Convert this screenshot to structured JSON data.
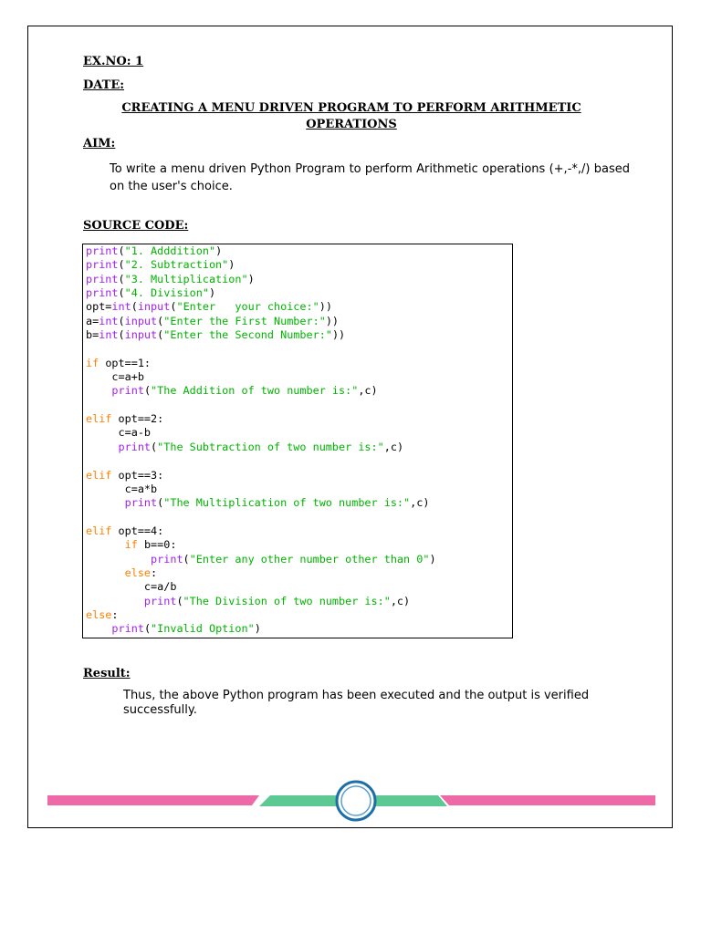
{
  "header": {
    "ex_no": "EX.NO: 1",
    "date": "DATE:",
    "title_line1": "CREATING A MENU DRIVEN PROGRAM TO PERFORM ARITHMETIC",
    "title_line2": "OPERATIONS"
  },
  "aim": {
    "heading": "AIM:",
    "text": "To write a menu driven Python Program to perform Arithmetic operations (+,-*,/) based on the user's choice."
  },
  "source_code": {
    "heading": "SOURCE CODE:",
    "lines": [
      [
        {
          "t": "kw",
          "s": "print"
        },
        {
          "t": "plain",
          "s": "("
        },
        {
          "t": "str",
          "s": "\"1. Adddition\""
        },
        {
          "t": "plain",
          "s": ")"
        }
      ],
      [
        {
          "t": "kw",
          "s": "print"
        },
        {
          "t": "plain",
          "s": "("
        },
        {
          "t": "str",
          "s": "\"2. Subtraction\""
        },
        {
          "t": "plain",
          "s": ")"
        }
      ],
      [
        {
          "t": "kw",
          "s": "print"
        },
        {
          "t": "plain",
          "s": "("
        },
        {
          "t": "str",
          "s": "\"3. Multiplication\""
        },
        {
          "t": "plain",
          "s": ")"
        }
      ],
      [
        {
          "t": "kw",
          "s": "print"
        },
        {
          "t": "plain",
          "s": "("
        },
        {
          "t": "str",
          "s": "\"4. Division\""
        },
        {
          "t": "plain",
          "s": ")"
        }
      ],
      [
        {
          "t": "plain",
          "s": "opt="
        },
        {
          "t": "kw",
          "s": "int"
        },
        {
          "t": "plain",
          "s": "("
        },
        {
          "t": "kw",
          "s": "input"
        },
        {
          "t": "plain",
          "s": "("
        },
        {
          "t": "str",
          "s": "\"Enter   your choice:\""
        },
        {
          "t": "plain",
          "s": "))"
        }
      ],
      [
        {
          "t": "plain",
          "s": "a="
        },
        {
          "t": "kw",
          "s": "int"
        },
        {
          "t": "plain",
          "s": "("
        },
        {
          "t": "kw",
          "s": "input"
        },
        {
          "t": "plain",
          "s": "("
        },
        {
          "t": "str",
          "s": "\"Enter the First Number:\""
        },
        {
          "t": "plain",
          "s": "))"
        }
      ],
      [
        {
          "t": "plain",
          "s": "b="
        },
        {
          "t": "kw",
          "s": "int"
        },
        {
          "t": "plain",
          "s": "("
        },
        {
          "t": "kw",
          "s": "input"
        },
        {
          "t": "plain",
          "s": "("
        },
        {
          "t": "str",
          "s": "\"Enter the Second Number:\""
        },
        {
          "t": "plain",
          "s": "))"
        }
      ],
      [],
      [
        {
          "t": "ctl",
          "s": "if"
        },
        {
          "t": "plain",
          "s": " opt==1:"
        }
      ],
      [
        {
          "t": "plain",
          "s": "    c=a+b"
        }
      ],
      [
        {
          "t": "plain",
          "s": "    "
        },
        {
          "t": "kw",
          "s": "print"
        },
        {
          "t": "plain",
          "s": "("
        },
        {
          "t": "str",
          "s": "\"The Addition of two number is:\""
        },
        {
          "t": "plain",
          "s": ",c)"
        }
      ],
      [],
      [
        {
          "t": "ctl",
          "s": "elif"
        },
        {
          "t": "plain",
          "s": " opt==2:"
        }
      ],
      [
        {
          "t": "plain",
          "s": "     c=a-b"
        }
      ],
      [
        {
          "t": "plain",
          "s": "     "
        },
        {
          "t": "kw",
          "s": "print"
        },
        {
          "t": "plain",
          "s": "("
        },
        {
          "t": "str",
          "s": "\"The Subtraction of two number is:\""
        },
        {
          "t": "plain",
          "s": ",c)"
        }
      ],
      [],
      [
        {
          "t": "ctl",
          "s": "elif"
        },
        {
          "t": "plain",
          "s": " opt==3:"
        }
      ],
      [
        {
          "t": "plain",
          "s": "      c=a*b"
        }
      ],
      [
        {
          "t": "plain",
          "s": "      "
        },
        {
          "t": "kw",
          "s": "print"
        },
        {
          "t": "plain",
          "s": "("
        },
        {
          "t": "str",
          "s": "\"The Multiplication of two number is:\""
        },
        {
          "t": "plain",
          "s": ",c)"
        }
      ],
      [],
      [
        {
          "t": "ctl",
          "s": "elif"
        },
        {
          "t": "plain",
          "s": " opt==4:"
        }
      ],
      [
        {
          "t": "plain",
          "s": "      "
        },
        {
          "t": "ctl",
          "s": "if"
        },
        {
          "t": "plain",
          "s": " b==0:"
        }
      ],
      [
        {
          "t": "plain",
          "s": "          "
        },
        {
          "t": "kw",
          "s": "print"
        },
        {
          "t": "plain",
          "s": "("
        },
        {
          "t": "str",
          "s": "\"Enter any other number other than 0\""
        },
        {
          "t": "plain",
          "s": ")"
        }
      ],
      [
        {
          "t": "plain",
          "s": "      "
        },
        {
          "t": "ctl",
          "s": "else"
        },
        {
          "t": "plain",
          "s": ":"
        }
      ],
      [
        {
          "t": "plain",
          "s": "         c=a/b"
        }
      ],
      [
        {
          "t": "plain",
          "s": "         "
        },
        {
          "t": "kw",
          "s": "print"
        },
        {
          "t": "plain",
          "s": "("
        },
        {
          "t": "str",
          "s": "\"The Division of two number is:\""
        },
        {
          "t": "plain",
          "s": ",c)"
        }
      ],
      [
        {
          "t": "ctl",
          "s": "else"
        },
        {
          "t": "plain",
          "s": ":"
        }
      ],
      [
        {
          "t": "plain",
          "s": "    "
        },
        {
          "t": "kw",
          "s": "print"
        },
        {
          "t": "plain",
          "s": "("
        },
        {
          "t": "str",
          "s": "\"Invalid Option\""
        },
        {
          "t": "plain",
          "s": ")"
        }
      ]
    ]
  },
  "result": {
    "heading": "Result:",
    "text": "Thus, the above Python program has been executed and the output is verified successfully."
  },
  "colors": {
    "keyword": "#a020f0",
    "control": "#ff7f00",
    "string": "#00b400",
    "footer_pink": "#ee6aa7",
    "footer_green": "#5cc993",
    "footer_circle": "#1e6fa8"
  }
}
